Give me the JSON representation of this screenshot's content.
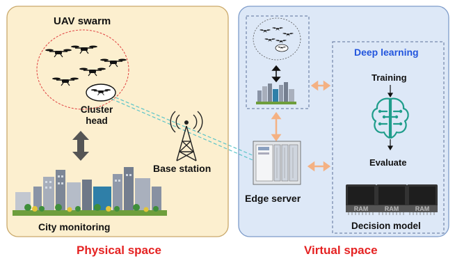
{
  "physical": {
    "uav_swarm": "UAV swarm",
    "cluster_head": "Cluster\nhead",
    "base_station": "Base station",
    "city_monitoring": "City monitoring",
    "caption": "Physical space"
  },
  "virtual": {
    "deep_learning": "Deep learning",
    "training": "Training",
    "evaluate": "Evaluate",
    "edge_server": "Edge server",
    "decision_model": "Decision model",
    "caption": "Virtual space",
    "ram_label": "RAM"
  },
  "colors": {
    "physical_fill": "#fcefcf",
    "physical_border": "#c9a86a",
    "virtual_fill": "#dde8f7",
    "virtual_border": "#7d9bc9",
    "caption": "#e52222",
    "deep_learning_title": "#2255dd",
    "link_arrow": "#f4b183",
    "wireless_link": "#5bc4c8",
    "brain": "#1f9d8b"
  },
  "icons": [
    "drone-icon",
    "cell-tower-icon",
    "city-skyline-icon",
    "server-rack-icon",
    "brain-circuit-icon",
    "ram-module-icon"
  ]
}
